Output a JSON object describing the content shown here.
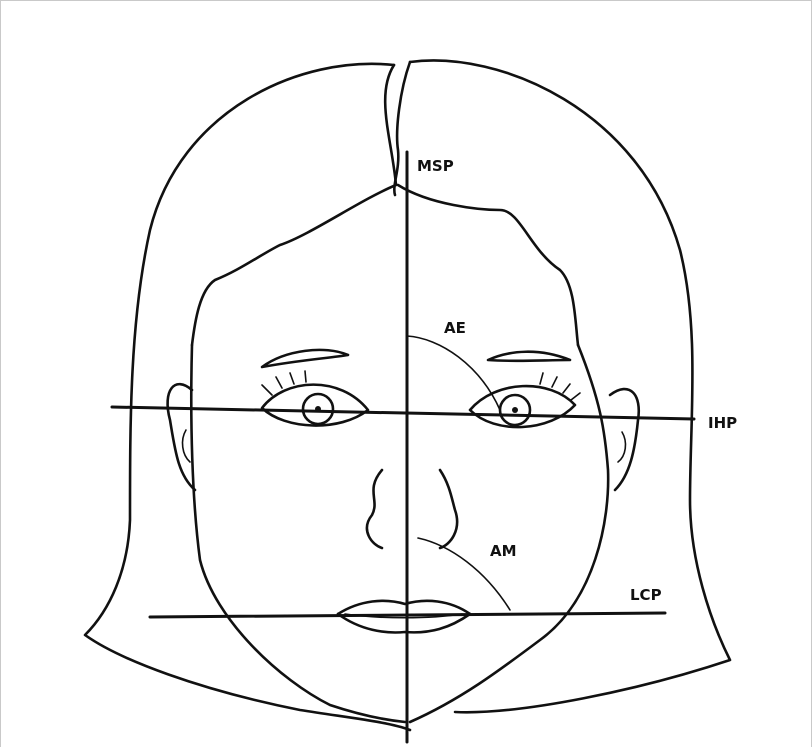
{
  "figure": {
    "labels": {
      "msp": "MSP",
      "ae": "AE",
      "ihp": "IHP",
      "am": "AM",
      "lcp": "LCP"
    }
  }
}
